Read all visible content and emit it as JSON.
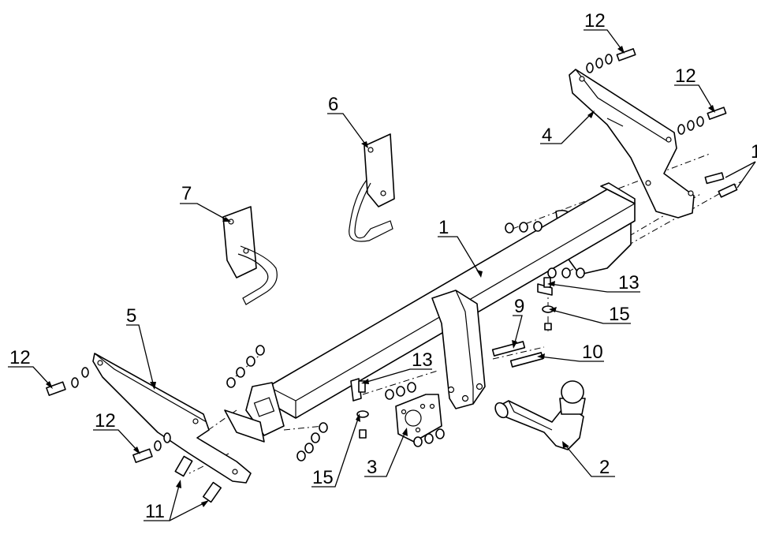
{
  "diagram": {
    "callouts": [
      {
        "id": "callout-1",
        "text": "1"
      },
      {
        "id": "callout-2",
        "text": "2"
      },
      {
        "id": "callout-3",
        "text": "3"
      },
      {
        "id": "callout-4",
        "text": "4"
      },
      {
        "id": "callout-5",
        "text": "5"
      },
      {
        "id": "callout-6",
        "text": "6"
      },
      {
        "id": "callout-7",
        "text": "7"
      },
      {
        "id": "callout-9",
        "text": "9"
      },
      {
        "id": "callout-10",
        "text": "10"
      },
      {
        "id": "callout-11",
        "text": "11"
      },
      {
        "id": "callout-12a",
        "text": "12"
      },
      {
        "id": "callout-12b",
        "text": "12"
      },
      {
        "id": "callout-12c",
        "text": "12"
      },
      {
        "id": "callout-12d",
        "text": "12"
      },
      {
        "id": "callout-13a",
        "text": "13"
      },
      {
        "id": "callout-13b",
        "text": "13"
      },
      {
        "id": "callout-15a",
        "text": "15"
      },
      {
        "id": "callout-15b",
        "text": "15"
      },
      {
        "id": "callout-cut",
        "text": "1"
      }
    ]
  }
}
